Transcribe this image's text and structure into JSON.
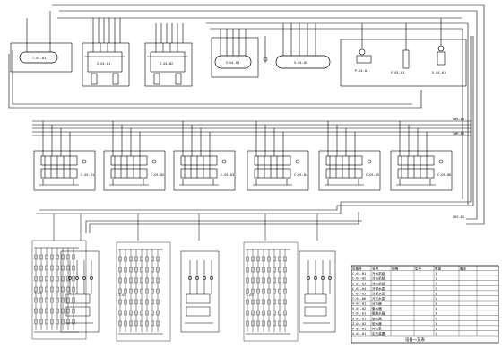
{
  "drawing": {
    "top_tanks": [
      {
        "tag": "T-01-01"
      },
      {
        "tag": "Z-01-01"
      },
      {
        "tag": "Z-01-02"
      },
      {
        "tag": "V-01-01"
      },
      {
        "tag": "V-01-02"
      },
      {
        "tag": "P-01-01"
      },
      {
        "tag": "F-01-01"
      },
      {
        "tag": "X-01-01"
      }
    ],
    "units": [
      {
        "tag": "C-01-01"
      },
      {
        "tag": "C-01-02"
      },
      {
        "tag": "C-01-03"
      },
      {
        "tag": "C-01-04"
      },
      {
        "tag": "C-01-05"
      },
      {
        "tag": "C-01-06"
      }
    ],
    "panel_labels": [
      "T-01",
      "T-02",
      "T-03",
      "T-04"
    ],
    "title_block": {
      "title": "设备一览表",
      "header": [
        "设备号",
        "名称",
        "规格",
        "型号",
        "数量",
        "备注"
      ],
      "rows": [
        [
          "C-01-01",
          "冷水机组",
          "",
          "",
          "1",
          ""
        ],
        [
          "C-01-02",
          "冷水机组",
          "",
          "",
          "1",
          ""
        ],
        [
          "C-01-03",
          "冷水机组",
          "",
          "",
          "1",
          ""
        ],
        [
          "C-01-04",
          "冷却水泵",
          "",
          "",
          "1",
          ""
        ],
        [
          "C-01-05",
          "冷却水泵",
          "",
          "",
          "1",
          ""
        ],
        [
          "C-01-06",
          "冷冻水泵",
          "",
          "",
          "1",
          ""
        ],
        [
          "V-01-01",
          "分水器",
          "",
          "",
          "1",
          ""
        ],
        [
          "V-01-02",
          "集水器",
          "",
          "",
          "1",
          ""
        ],
        [
          "T-01-01",
          "膨胀水箱",
          "",
          "",
          "1",
          ""
        ],
        [
          "Z-01-01",
          "软水器",
          "",
          "",
          "1",
          ""
        ],
        [
          "Z-01-02",
          "软水器",
          "",
          "",
          "1",
          ""
        ],
        [
          "P-01-01",
          "补水泵",
          "",
          "",
          "1",
          ""
        ],
        [
          "X-01-01",
          "定压装置",
          "",
          "",
          "1",
          ""
        ]
      ]
    }
  }
}
